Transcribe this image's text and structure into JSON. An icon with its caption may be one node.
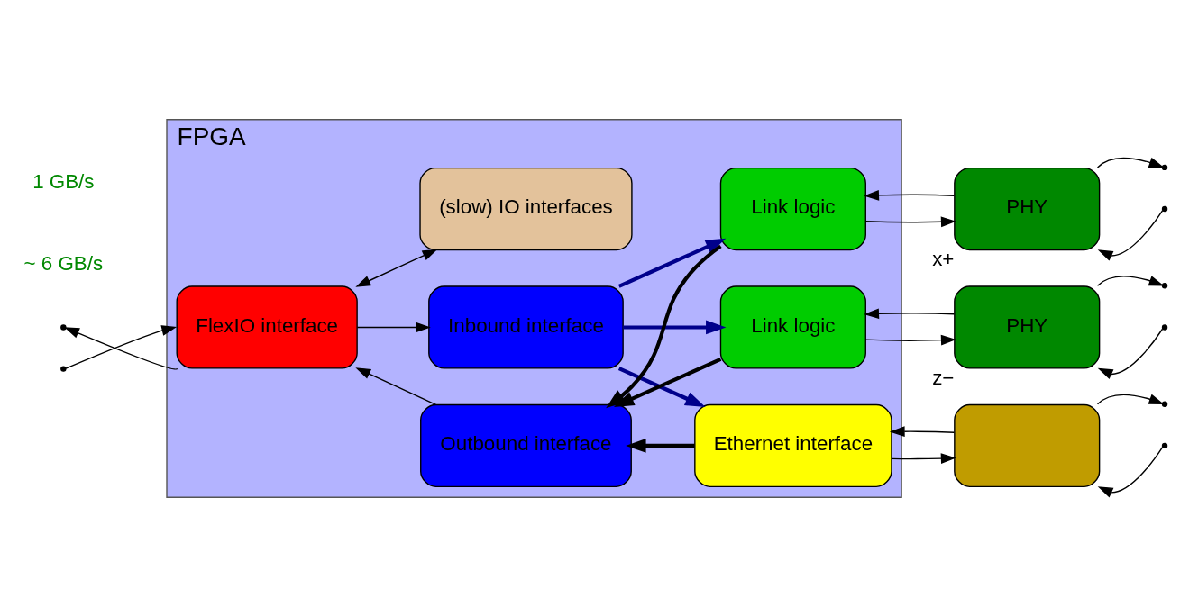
{
  "diagram": {
    "nodes": [
      {
        "text": [
          "FPGA"
        ]
      },
      {
        "text": [
          "FlexIO interface"
        ],
        "in": 0
      },
      {
        "text": [
          "Inbound interface"
        ],
        "in": 0
      },
      {
        "text": [
          "Outbound interface"
        ],
        "in": 0
      },
      {
        "text": [
          "Link logic"
        ],
        "in": 0
      },
      {
        "text": [
          "Link logic"
        ],
        "in": 0
      },
      {
        "text": [
          "Ethernet interface"
        ],
        "in": 0
      },
      {
        "text": [
          "(slow) IO interfaces"
        ],
        "in": 0
      },
      {
        "text": [
          "PHY"
        ],
        "beside": [
          "x+"
        ]
      },
      {
        "text": [
          "PHY"
        ],
        "beside": [
          "z−"
        ]
      },
      {
        "text": [],
        "shape": "box"
      }
    ],
    "edges": [
      {
        "from": 1,
        "to": null,
        "arrow": "to"
      },
      {
        "from": null,
        "to": 1,
        "arrow": "to"
      },
      {
        "from": 1,
        "to": 2,
        "arrow": "to"
      },
      {
        "from": 3,
        "to": 1,
        "arrow": "to"
      },
      {
        "from": 2,
        "to": 4,
        "arrow": "to",
        "style": "thick",
        "color": "#00008b"
      },
      {
        "from": 2,
        "to": 5,
        "arrow": "to",
        "style": "thick",
        "color": "#00008b"
      },
      {
        "from": 2,
        "to": 6,
        "arrow": "to",
        "style": "thick",
        "color": "#00008b"
      },
      {
        "from": 4,
        "to": 3,
        "arrow": "to",
        "style": "thick"
      },
      {
        "from": 5,
        "to": 3,
        "arrow": "to",
        "style": "thick"
      },
      {
        "from": 6,
        "to": 3,
        "arrow": "to",
        "style": "thick"
      },
      {
        "from": 1,
        "to": 7,
        "arrow": "both"
      },
      {
        "from": 4,
        "to": 8,
        "arrow": "to"
      },
      {
        "from": 8,
        "to": 4,
        "arrow": "to"
      },
      {
        "from": 5,
        "to": 9,
        "arrow": "to"
      },
      {
        "from": 9,
        "to": 5,
        "arrow": "to"
      },
      {
        "from": 6,
        "to": 10,
        "arrow": "to"
      },
      {
        "from": 10,
        "to": 6,
        "arrow": "to"
      },
      {
        "from": null,
        "to": 8,
        "arrow": "to"
      },
      {
        "from": 8,
        "to": null,
        "arrow": "to"
      },
      {
        "from": null,
        "to": 9,
        "arrow": "to"
      },
      {
        "from": 9,
        "to": null,
        "arrow": "to"
      },
      {
        "from": null,
        "to": 10,
        "arrow": "to"
      },
      {
        "from": 10,
        "to": null,
        "arrow": "to"
      }
    ],
    "labels": [
      "~ 6 GB/s",
      "1 GB/s"
    ]
  }
}
